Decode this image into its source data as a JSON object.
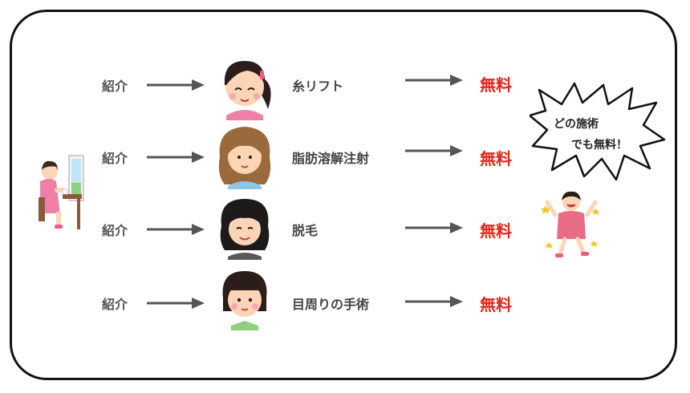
{
  "rows": [
    {
      "intro": "紹介",
      "treatment": "糸リフト",
      "price": "無料"
    },
    {
      "intro": "紹介",
      "treatment": "脂肪溶解注射",
      "price": "無料"
    },
    {
      "intro": "紹介",
      "treatment": "脱毛",
      "price": "無料"
    },
    {
      "intro": "紹介",
      "treatment": "目周りの手術",
      "price": "無料"
    }
  ],
  "bubble": {
    "line1": "どの施術",
    "line2": "でも無料！"
  },
  "icons": {
    "left": "woman-sitting-at-table-icon",
    "right": "jumping-happy-woman-icon",
    "faces": [
      "woman-face-ponytail-icon",
      "woman-face-wavy-hair-icon",
      "older-woman-face-icon",
      "woman-face-bob-icon"
    ]
  },
  "colors": {
    "price": "#e8231a",
    "arrow": "#555555",
    "frame": "#111111"
  }
}
